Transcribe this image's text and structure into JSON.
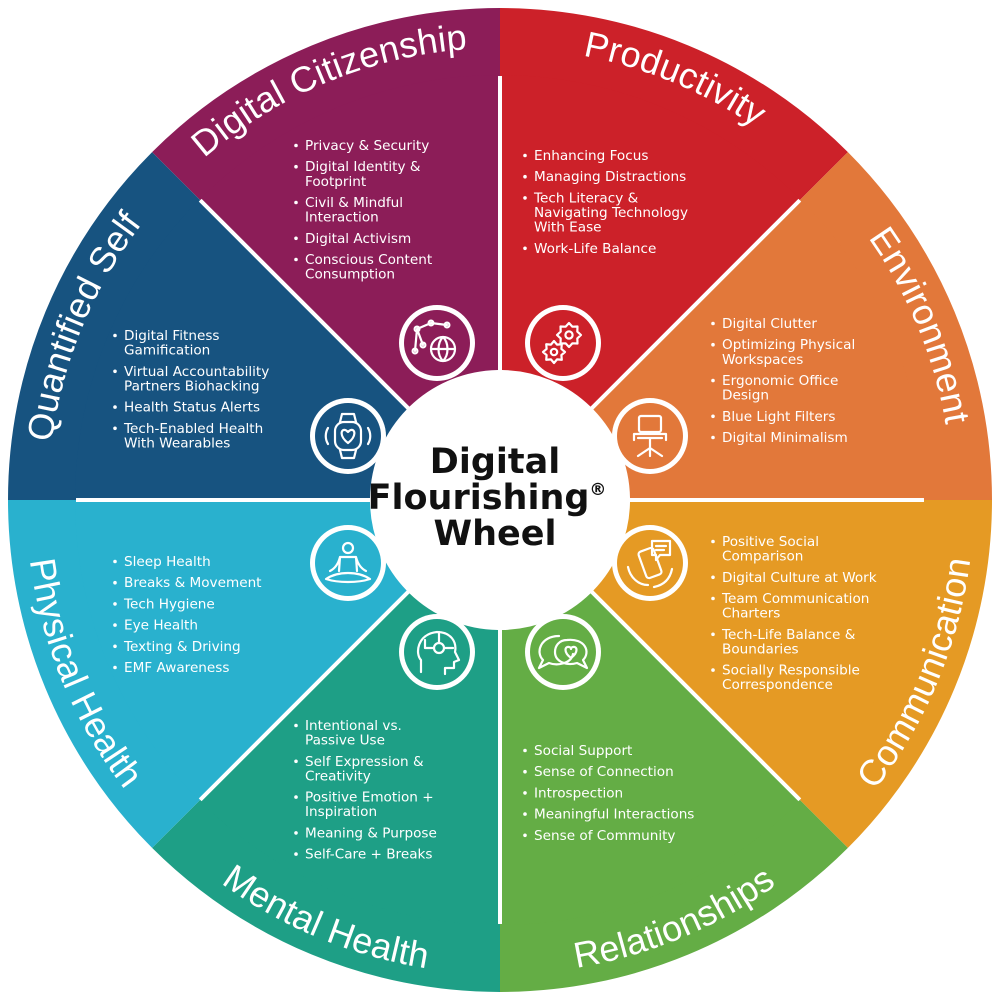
{
  "center": {
    "line1": "Digital",
    "line2": "Flourishing",
    "mark": "®",
    "line3": "Wheel"
  },
  "sections": [
    {
      "id": "digital-citizenship",
      "title": "Digital Citizenship",
      "color": "#8c1d58",
      "icon": "network-globe-icon",
      "items": [
        [
          "Privacy & Security"
        ],
        [
          "Digital Identity &",
          "Footprint"
        ],
        [
          "Civil & Mindful",
          "Interaction"
        ],
        [
          "Digital Activism"
        ],
        [
          "Conscious Content",
          "Consumption"
        ]
      ]
    },
    {
      "id": "productivity",
      "title": "Productivity",
      "color": "#cc2129",
      "icon": "gears-icon",
      "items": [
        [
          "Enhancing Focus"
        ],
        [
          "Managing Distractions"
        ],
        [
          "Tech Literacy &",
          "Navigating Technology",
          "With Ease"
        ],
        [
          "Work-Life Balance"
        ]
      ]
    },
    {
      "id": "environment",
      "title": "Environment",
      "color": "#e2783a",
      "icon": "office-chair-icon",
      "items": [
        [
          "Digital Clutter"
        ],
        [
          "Optimizing Physical",
          "Workspaces"
        ],
        [
          "Ergonomic Office",
          "Design"
        ],
        [
          "Blue Light Filters"
        ],
        [
          "Digital Minimalism"
        ]
      ]
    },
    {
      "id": "communication",
      "title": "Communication",
      "color": "#e59a24",
      "icon": "chat-phone-icon",
      "items": [
        [
          "Positive Social",
          "Comparison"
        ],
        [
          "Digital Culture at Work"
        ],
        [
          "Team Communication",
          "Charters"
        ],
        [
          "Tech-Life Balance &",
          "Boundaries"
        ],
        [
          "Socially Responsible",
          "Correspondence"
        ]
      ]
    },
    {
      "id": "relationships",
      "title": "Relationships",
      "color": "#64ad45",
      "icon": "speech-bubbles-heart-icon",
      "items": [
        [
          "Social Support"
        ],
        [
          "Sense of Connection"
        ],
        [
          "Introspection"
        ],
        [
          "Meaningful Interactions"
        ],
        [
          "Sense of Community"
        ]
      ]
    },
    {
      "id": "mental-health",
      "title": "Mental Health",
      "color": "#1e9f86",
      "icon": "head-circuit-icon",
      "items": [
        [
          "Intentional vs.",
          "Passive Use"
        ],
        [
          "Self Expression &",
          "Creativity"
        ],
        [
          "Positive Emotion +",
          "Inspiration"
        ],
        [
          "Meaning & Purpose"
        ],
        [
          "Self-Care + Breaks"
        ]
      ]
    },
    {
      "id": "physical-health",
      "title": "Physical Health",
      "color": "#29b1ce",
      "icon": "meditation-icon",
      "items": [
        [
          "Sleep Health"
        ],
        [
          "Breaks & Movement"
        ],
        [
          "Tech Hygiene"
        ],
        [
          "Eye Health"
        ],
        [
          "Texting & Driving"
        ],
        [
          "EMF Awareness"
        ]
      ]
    },
    {
      "id": "quantified-self",
      "title": "Quantified Self",
      "color": "#175380",
      "icon": "smartwatch-heart-icon",
      "items": [
        [
          "Digital Fitness",
          "Gamification"
        ],
        [
          "Virtual Accountability",
          "Partners Biohacking"
        ],
        [
          "Health Status Alerts"
        ],
        [
          "Tech-Enabled Health",
          "With Wearables"
        ]
      ]
    }
  ]
}
